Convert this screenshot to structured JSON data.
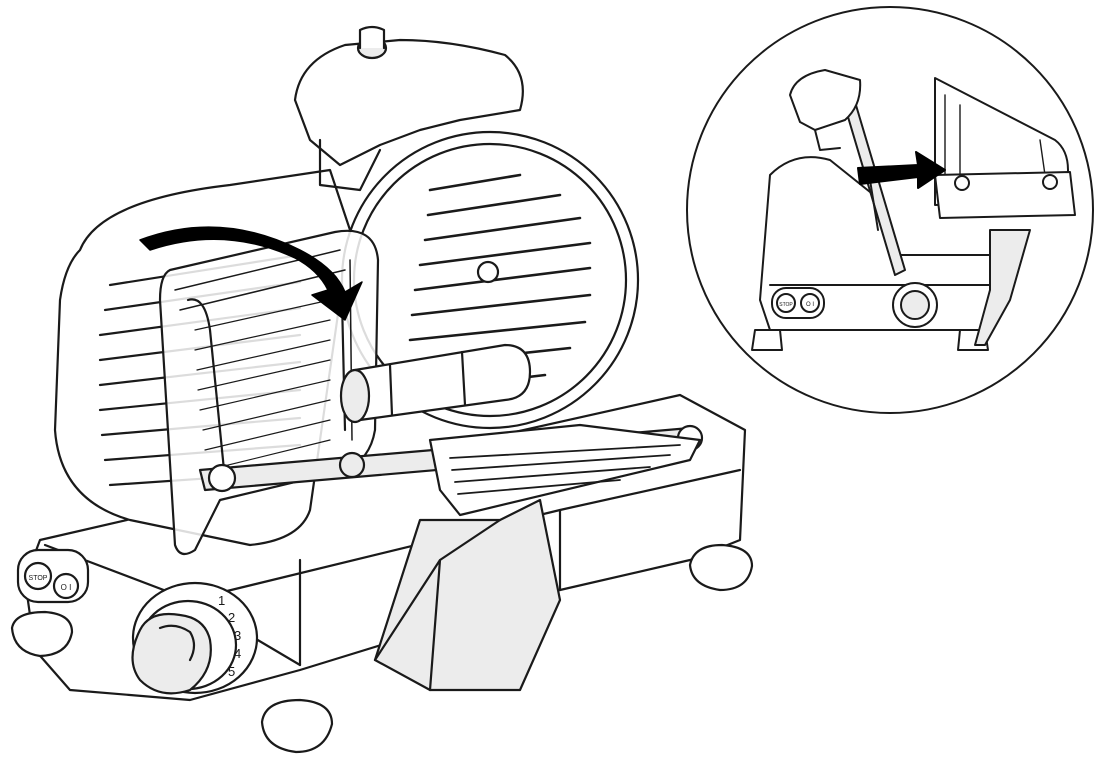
{
  "illustration": {
    "stroke": "#1a1a1a",
    "fill_light": "#ffffff",
    "fill_shade": "#ececec",
    "arrow_fill": "#000000"
  },
  "main_view": {
    "control_panel": {
      "stop_label": "STOP",
      "start_label": "O I"
    },
    "dial_marks": [
      "1",
      "2",
      "3",
      "4",
      "5"
    ]
  },
  "detail_view": {
    "control_panel": {
      "stop_label": "STOP",
      "start_label": "O I"
    }
  }
}
